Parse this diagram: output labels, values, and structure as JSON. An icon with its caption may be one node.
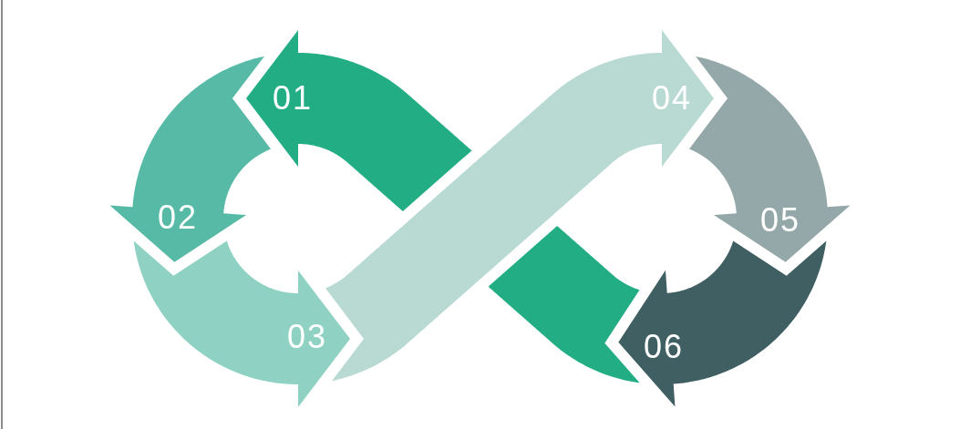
{
  "diagram": {
    "nodes": [
      {
        "text": [
          "01"
        ]
      },
      {
        "text": [
          "02"
        ]
      },
      {
        "text": [
          "03"
        ]
      },
      {
        "text": [
          "04"
        ]
      },
      {
        "text": [
          "05"
        ]
      },
      {
        "text": [
          "06"
        ]
      }
    ]
  }
}
